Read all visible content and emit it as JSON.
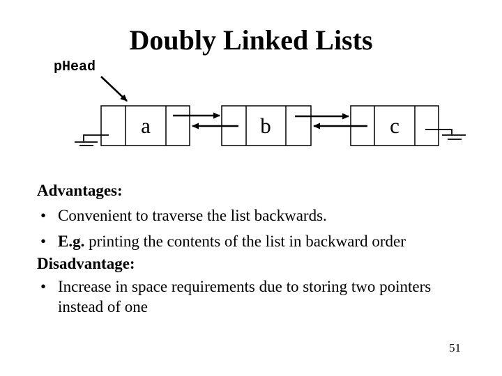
{
  "slide": {
    "title": "Doubly Linked Lists",
    "page_number": "51",
    "background_color": "#ffffff",
    "foreground_color": "#000000"
  },
  "diagram": {
    "head_pointer_label": "pHead",
    "nodes": [
      {
        "label": "a"
      },
      {
        "label": "b"
      },
      {
        "label": "c"
      }
    ]
  },
  "content": {
    "bullet_glyph": "•",
    "advantages_heading": "Advantages:",
    "disadvantage_heading": "Disadvantage:",
    "bullets": [
      {
        "bold": "",
        "text": "Convenient to traverse the list backwards."
      },
      {
        "bold": "E.g.",
        "text": " printing the contents of the list in backward order"
      },
      {
        "bold": "",
        "text": "Increase in space requirements due to storing two pointers\ninstead of one"
      }
    ]
  }
}
